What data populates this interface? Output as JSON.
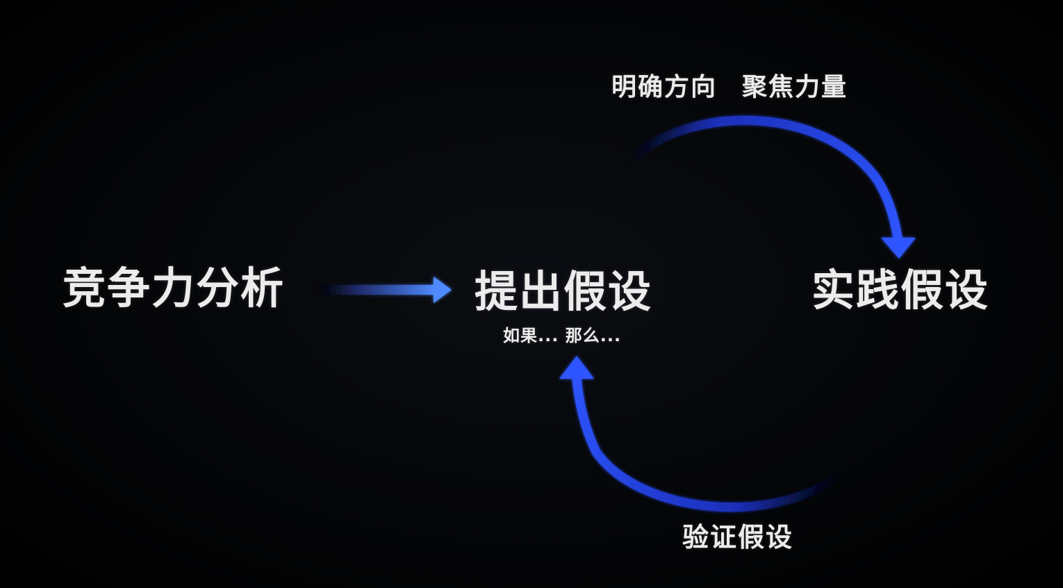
{
  "nodes": {
    "competitiveness": "竞争力分析",
    "propose_hypothesis": "提出假设",
    "propose_sub": "如果... 那么...",
    "practice_hypothesis": "实践假设"
  },
  "labels": {
    "top_left": "明确方向",
    "top_right": "聚焦力量",
    "verify": "验证假设"
  },
  "colors": {
    "background": "#000000",
    "text": "#ececec",
    "arrow_blue": "#2a4cff",
    "arrow_light": "#4f8bff"
  },
  "arrows": [
    {
      "from": "竞争力分析",
      "to": "提出假设",
      "icon": "straight-right-arrow"
    },
    {
      "from": "明确方向 聚焦力量",
      "to": "实践假设",
      "icon": "curved-down-arrow"
    },
    {
      "from": "验证假设",
      "to": "提出假设",
      "icon": "curved-up-arrow"
    }
  ]
}
